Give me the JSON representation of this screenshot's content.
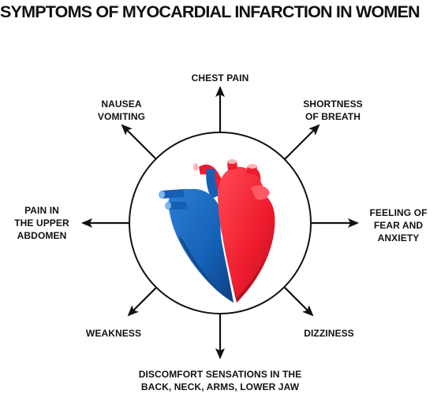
{
  "title": "SYMPTOMS OF MYOCARDIAL INFARCTION IN WOMEN",
  "symptoms": {
    "top": [
      "CHEST PAIN"
    ],
    "top_left": [
      "NAUSEA",
      "VOMITING"
    ],
    "top_right": [
      "SHORTNESS",
      "OF BREATH"
    ],
    "left": [
      "PAIN IN",
      "THE UPPER",
      "ABDOMEN"
    ],
    "right": [
      "FEELING OF",
      "FEAR AND",
      "ANXIETY"
    ],
    "bottom_left": [
      "WEAKNESS"
    ],
    "bottom_right": [
      "DIZZINESS"
    ],
    "bottom": [
      "DISCOMFORT SENSATIONS IN THE",
      "BACK, NECK, ARMS, LOWER JAW"
    ]
  },
  "icons": {
    "center": "heart-icon",
    "arrows": "arrow-icon"
  },
  "colors": {
    "text": "#111111",
    "arrow": "#111111",
    "circle_stroke": "#111111",
    "heart_red": "#ee1c2e",
    "heart_red_dark": "#b5121f",
    "heart_blue": "#1560b5",
    "heart_blue_dark": "#0c3f80"
  }
}
